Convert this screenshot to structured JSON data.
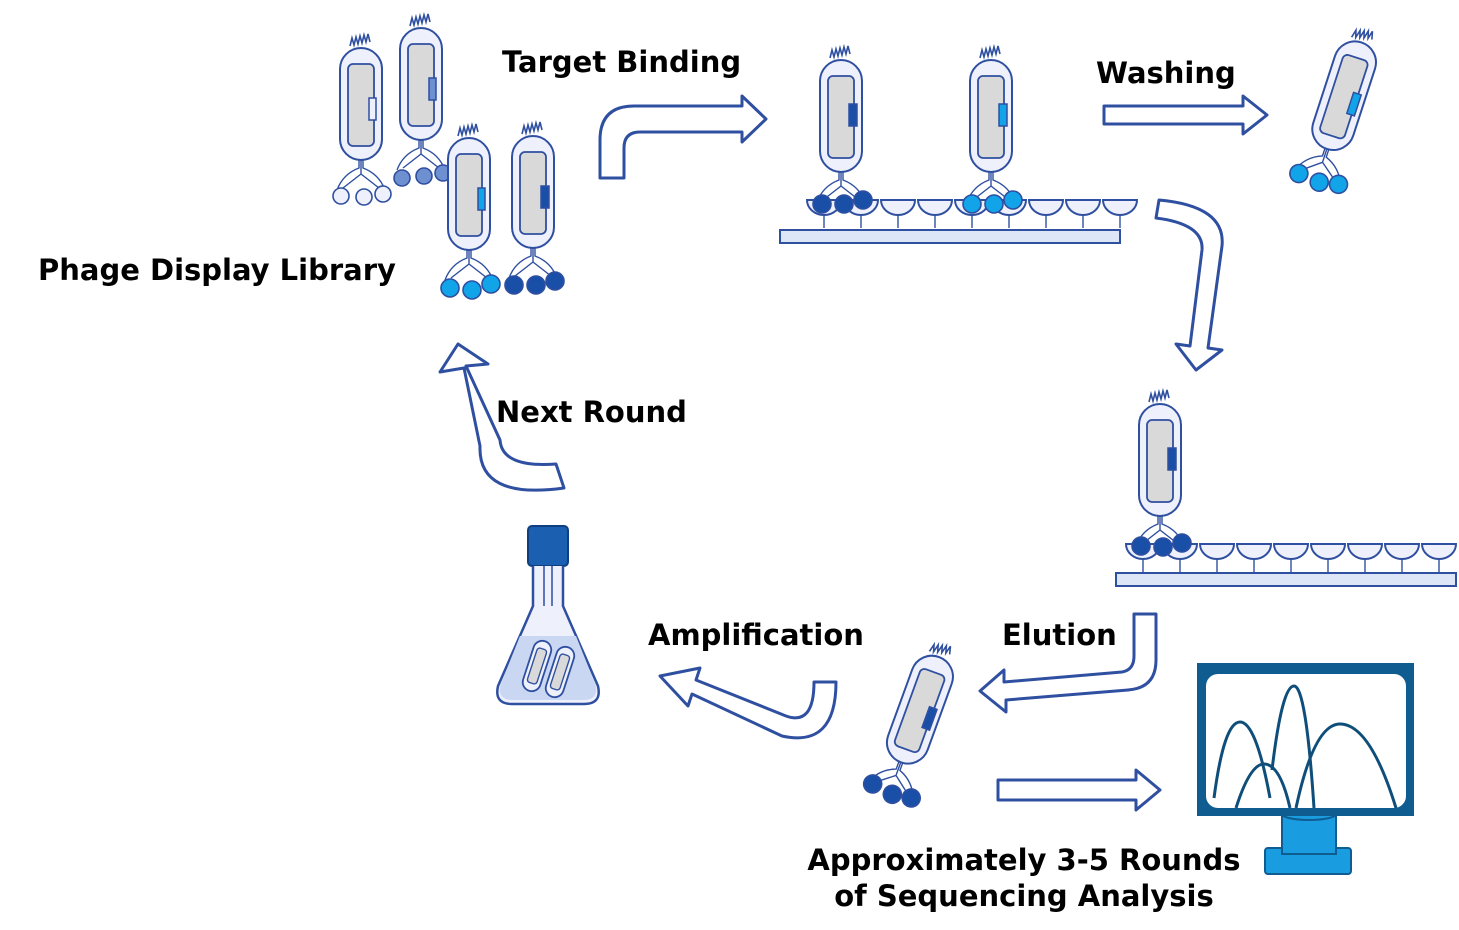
{
  "labels": {
    "library": "Phage Display Library",
    "target_binding": "Target Binding",
    "washing": "Washing",
    "next_round": "Next Round",
    "amplification": "Amplification",
    "elution": "Elution",
    "rounds_line1": "Approximately 3-5 Rounds",
    "rounds_line2": "of Sequencing Analysis"
  },
  "colors": {
    "outline": "#2f4fa0",
    "body_fill": "#eef1fb",
    "capsid_fill": "#d9d9d9",
    "light_blue": "#12a4e8",
    "dark_blue": "#1a4fa8",
    "mid_blue": "#5a7bc6",
    "pale_blue": "#dde6f6",
    "monitor_frame": "#0f5c91",
    "monitor_stand": "#1a9de0"
  },
  "icons": [
    "phage-icon",
    "flask-icon",
    "monitor-icon",
    "arrow-icon",
    "target-surface-icon"
  ]
}
